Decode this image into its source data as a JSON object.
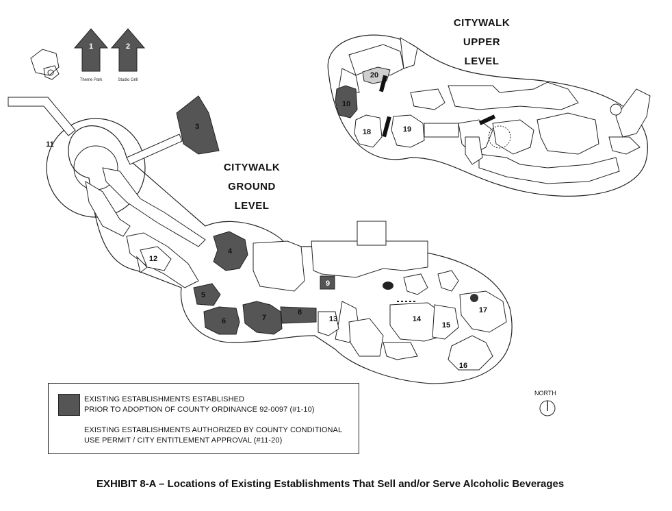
{
  "colors": {
    "existing_prior": "#555555",
    "authorized": "#cfcfcf",
    "outline": "#222222"
  },
  "areas": {
    "upper_line1": "CITYWALK",
    "upper_line2": "UPPER",
    "upper_line3": "LEVEL",
    "ground_line1": "CITYWALK",
    "ground_line2": "GROUND",
    "ground_line3": "LEVEL"
  },
  "arrows": [
    {
      "number": "1",
      "caption": "Theme Park"
    },
    {
      "number": "2",
      "caption": "Studio Grill"
    }
  ],
  "establishments": [
    "1",
    "2",
    "3",
    "4",
    "5",
    "6",
    "7",
    "8",
    "9",
    "10",
    "11",
    "12",
    "13",
    "14",
    "15",
    "16",
    "17",
    "18",
    "19",
    "20"
  ],
  "legend": {
    "item1_line1": "EXISTING ESTABLISHMENTS ESTABLISHED",
    "item1_line2": "PRIOR TO ADOPTION OF COUNTY ORDINANCE 92-0097 (#1-10)",
    "item2_line1": "EXISTING ESTABLISHMENTS AUTHORIZED BY COUNTY CONDITIONAL",
    "item2_line2": "USE PERMIT / CITY ENTITLEMENT APPROVAL (#11-20)"
  },
  "north_label": "NORTH",
  "caption": "EXHIBIT 8-A – Locations of Existing Establishments That Sell and/or Serve Alcoholic Beverages"
}
